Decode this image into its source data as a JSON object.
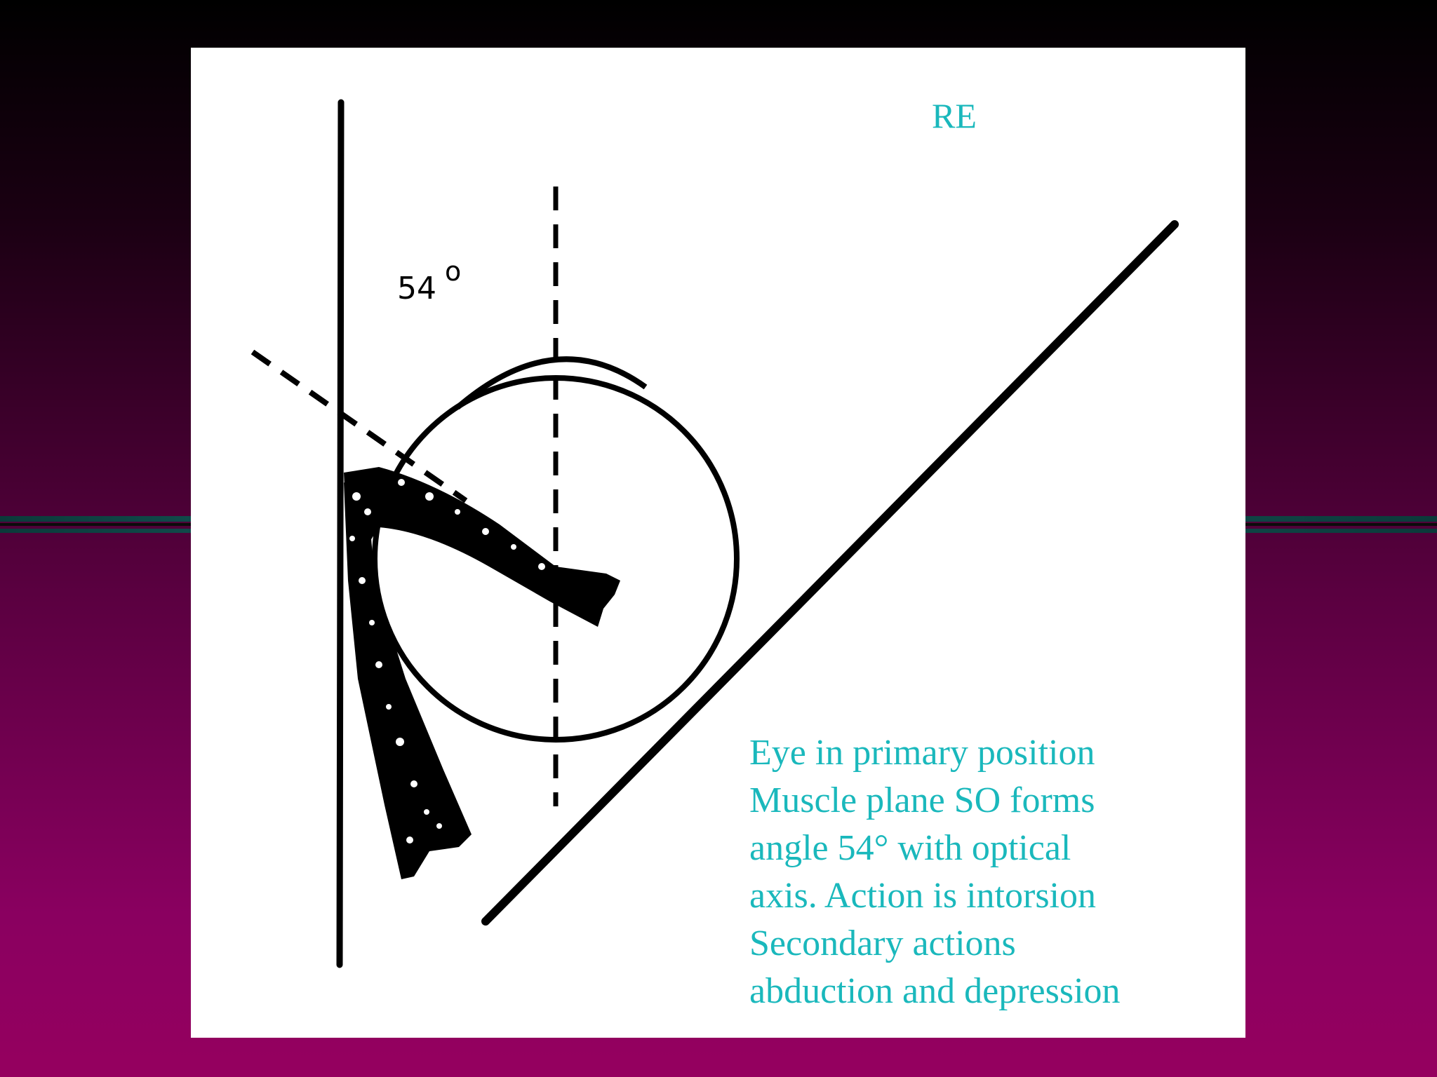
{
  "diagram": {
    "eye_label": "RE",
    "angle_label": "54",
    "angle_degree_mark": "o",
    "caption_lines": [
      "Eye in primary position",
      "Muscle plane SO forms",
      "angle 54° with optical",
      "axis. Action is intorsion",
      "Secondary actions",
      "abduction and depression"
    ]
  },
  "colors": {
    "caption_text": "#1ab8bc",
    "line_art": "#000000",
    "panel_background": "#ffffff"
  }
}
